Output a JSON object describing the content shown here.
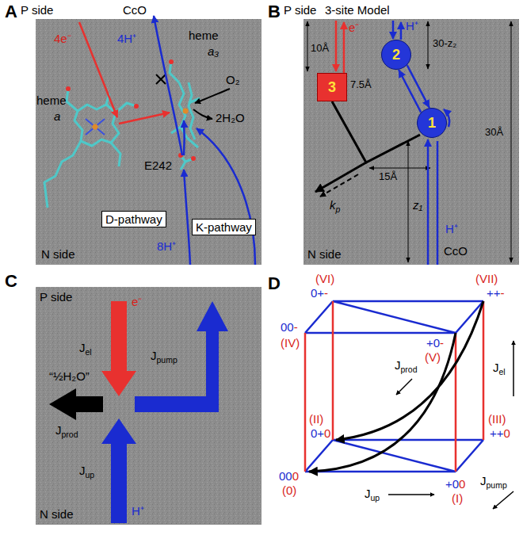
{
  "diagram": {
    "nodes": [
      {
        "text": [
          "2"
        ]
      },
      {
        "text": [
          "3"
        ]
      },
      {
        "text": [
          "1"
        ]
      }
    ],
    "edges": [
      {
        "from": 0,
        "to": 2,
        "arrow": "to"
      },
      {
        "from": 2,
        "to": 0,
        "arrow": "to"
      }
    ],
    "labels": [
      "A",
      "P side",
      "CcO",
      "4e⁻",
      "4H⁺",
      "heme",
      "a₃",
      "O₂",
      "2H₂O",
      "heme",
      "a",
      "E242",
      "K-pathway",
      "D-pathway",
      "8H⁺",
      "N side",
      "B",
      "P side",
      "3-site Model",
      "e⁻",
      "H⁺",
      "10Å",
      "30-z₂",
      "7.5Å",
      "30Å",
      "15Å",
      "kp",
      "z₁",
      "N side",
      "H⁺",
      "CcO",
      "C",
      "P side",
      "e⁻",
      "Jel",
      "Jpump",
      "“½H₂O”",
      "Jprod",
      "Jup",
      "N side",
      "H⁺",
      "D",
      "(VI)",
      "0+-",
      "(VII)",
      "++-",
      "00-",
      "(IV)",
      "+0-",
      "(V)",
      "Jprod",
      "(II)",
      "0+0",
      "(III)",
      "++0",
      "Jpump",
      "Jel",
      "000",
      "(0)",
      "+00",
      "(I)",
      "Jup"
    ]
  }
}
